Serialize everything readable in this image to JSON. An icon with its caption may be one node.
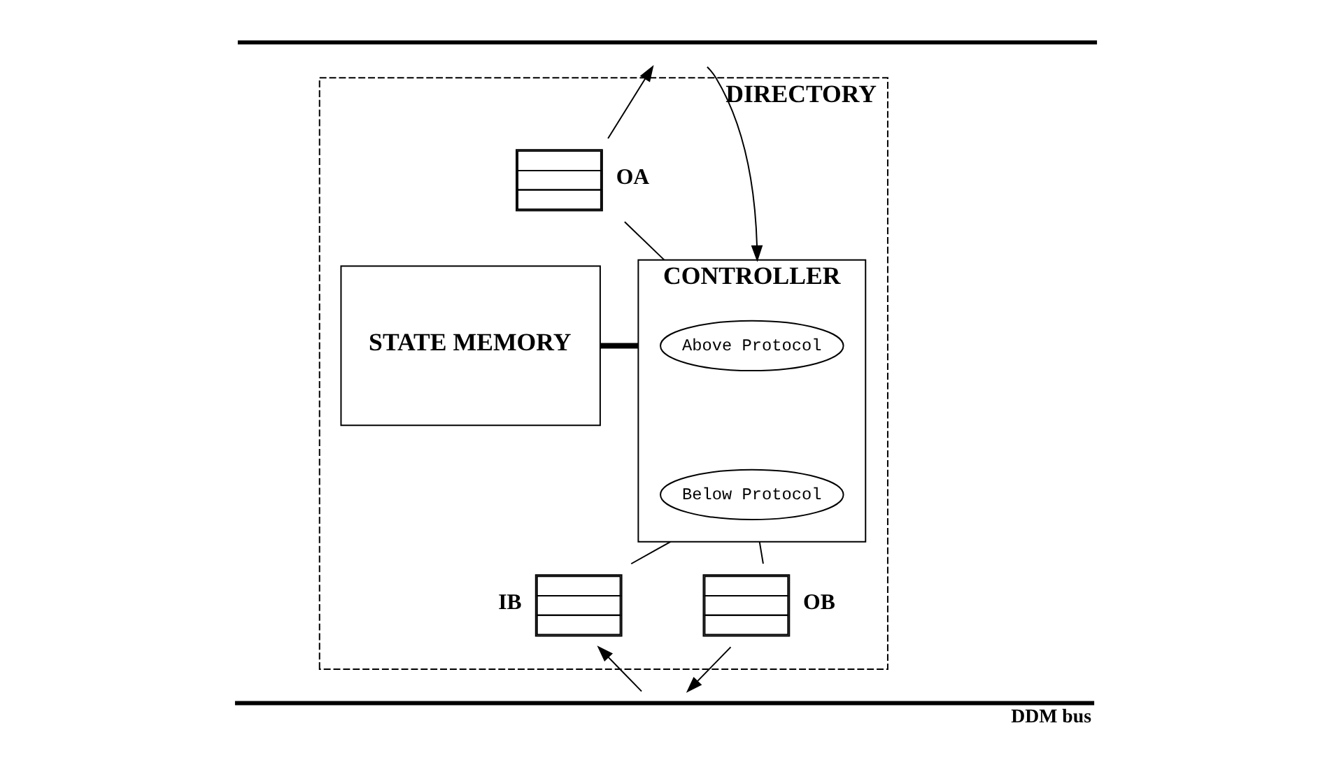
{
  "diagram": {
    "nodes": [
      {
        "text": [],
        "shape": "bar"
      },
      {
        "text": [
          "DIRECTORY"
        ]
      },
      {
        "text": [
          "OA"
        ],
        "in": 1
      },
      {
        "text": [
          "CONTROLLER"
        ],
        "in": 1
      },
      {
        "text": [
          "Above Protocol"
        ],
        "in": 3
      },
      {
        "text": [
          "Below Protocol"
        ],
        "in": 3
      },
      {
        "text": [
          "STATE MEMORY"
        ],
        "in": 1
      },
      {
        "text": [
          "IB"
        ],
        "in": 1
      },
      {
        "text": [
          "OB"
        ],
        "in": 1
      },
      {
        "text": [],
        "shape": "bar",
        "beside": [
          "DDM bus"
        ]
      }
    ],
    "edges": [
      {
        "from": 0,
        "to": 3,
        "arrow": "to"
      },
      {
        "from": 2,
        "to": 0,
        "arrow": "to"
      },
      {
        "from": 3,
        "to": 2,
        "arrow": "none"
      },
      {
        "from": 3,
        "to": 6,
        "arrow": "none",
        "style": "thick"
      },
      {
        "from": 3,
        "to": 7,
        "arrow": "none"
      },
      {
        "from": 3,
        "to": 8,
        "arrow": "none"
      },
      {
        "from": 9,
        "to": 7,
        "arrow": "to"
      },
      {
        "from": 8,
        "to": 9,
        "arrow": "to"
      }
    ]
  }
}
